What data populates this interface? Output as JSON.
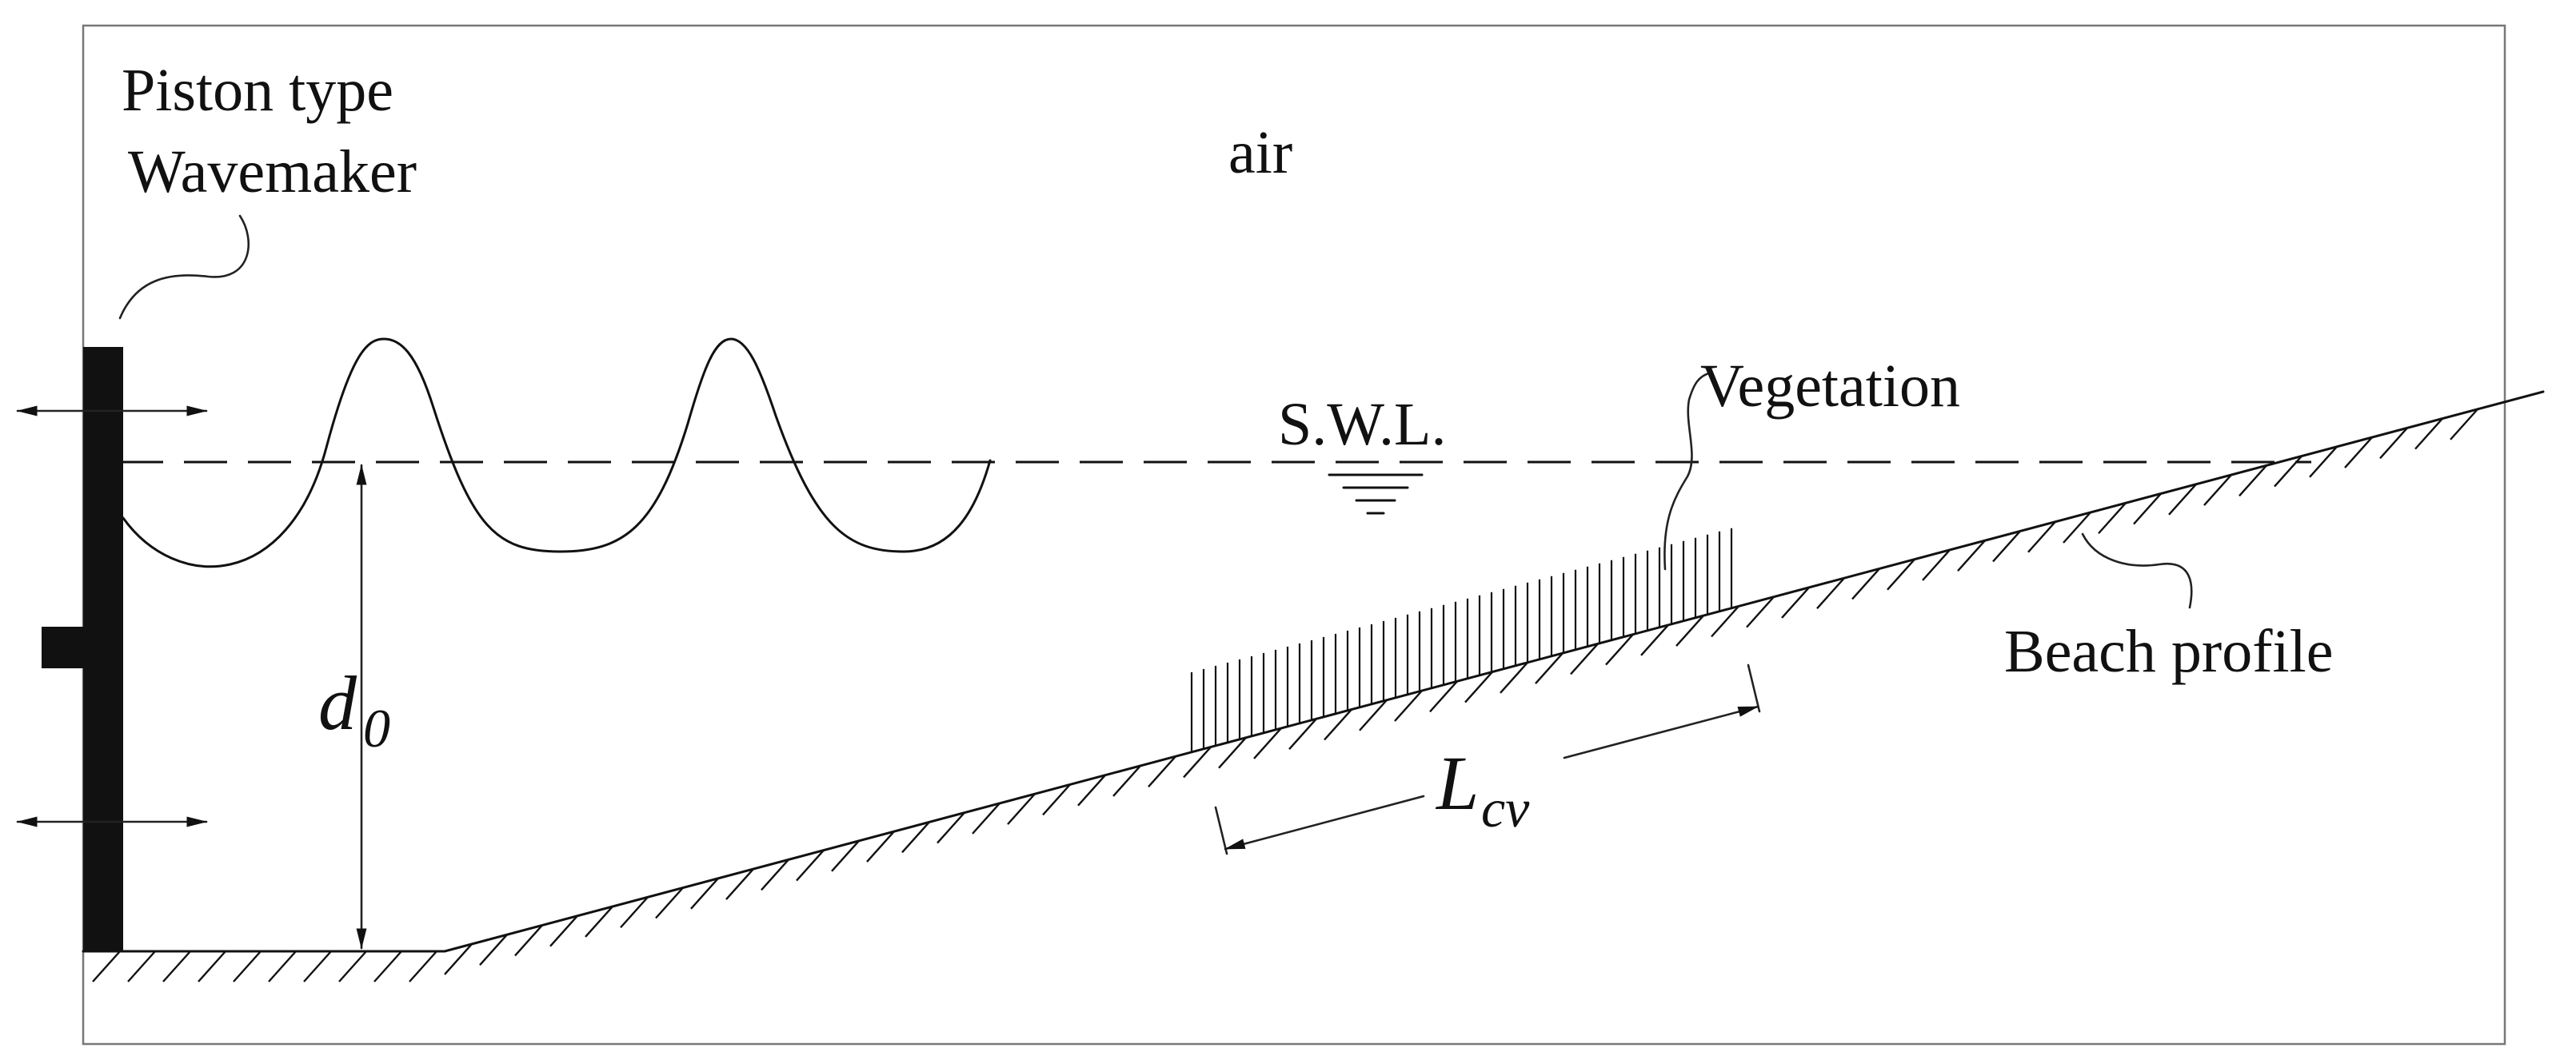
{
  "labels": {
    "wavemaker_line1": "Piston type",
    "wavemaker_line2": "Wavemaker",
    "air": "air",
    "swl": "S.W.L.",
    "vegetation": "Vegetation",
    "beach_profile": "Beach profile",
    "depth_symbol": "d",
    "depth_subscript": "0",
    "length_symbol": "L",
    "length_subscript": "cv"
  },
  "colors": {
    "line": "#111111",
    "frame": "#777777",
    "background": "#ffffff"
  }
}
